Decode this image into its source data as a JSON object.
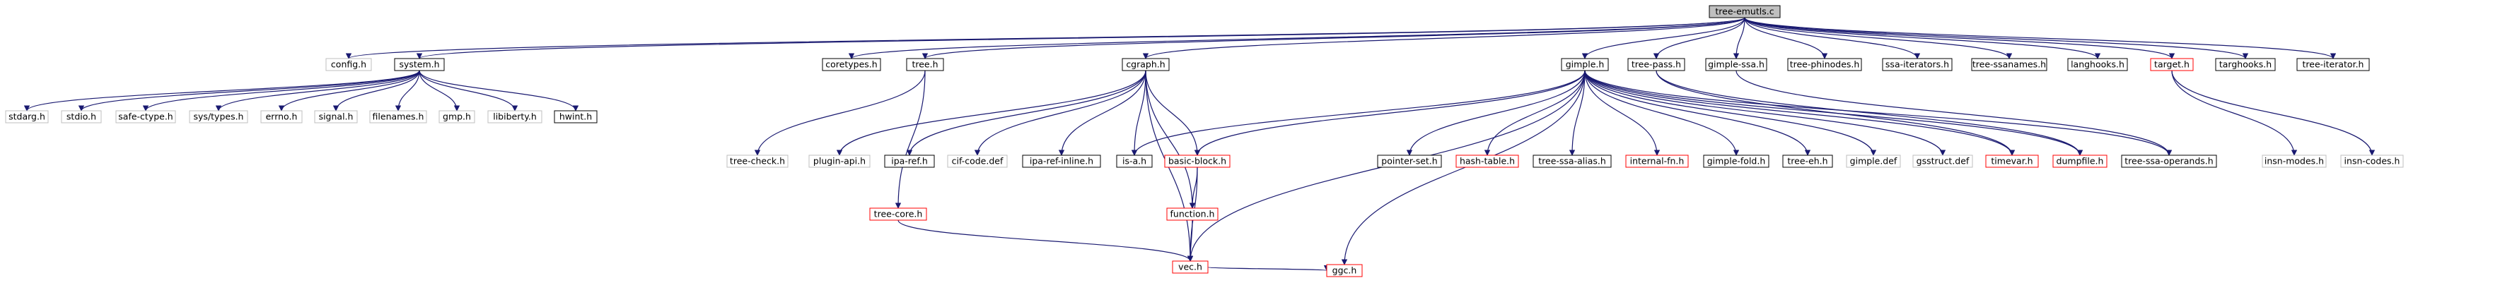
{
  "diagram": {
    "nodes": [
      {
        "id": "tree-emutls-c",
        "label": "tree-emutls.c",
        "style": "root"
      },
      {
        "id": "config-h",
        "label": "config.h",
        "style": "gray"
      },
      {
        "id": "system-h",
        "label": "system.h",
        "style": "black"
      },
      {
        "id": "coretypes-h",
        "label": "coretypes.h",
        "style": "black"
      },
      {
        "id": "tree-h",
        "label": "tree.h",
        "style": "black"
      },
      {
        "id": "cgraph-h",
        "label": "cgraph.h",
        "style": "black"
      },
      {
        "id": "gimple-h",
        "label": "gimple.h",
        "style": "black"
      },
      {
        "id": "tree-pass-h",
        "label": "tree-pass.h",
        "style": "black"
      },
      {
        "id": "gimple-ssa-h",
        "label": "gimple-ssa.h",
        "style": "black"
      },
      {
        "id": "tree-phinodes-h",
        "label": "tree-phinodes.h",
        "style": "black"
      },
      {
        "id": "ssa-iterators-h",
        "label": "ssa-iterators.h",
        "style": "black"
      },
      {
        "id": "tree-ssanames-h",
        "label": "tree-ssanames.h",
        "style": "black"
      },
      {
        "id": "langhooks-h",
        "label": "langhooks.h",
        "style": "black"
      },
      {
        "id": "target-h",
        "label": "target.h",
        "style": "red"
      },
      {
        "id": "targhooks-h",
        "label": "targhooks.h",
        "style": "black"
      },
      {
        "id": "tree-iterator-h",
        "label": "tree-iterator.h",
        "style": "black"
      },
      {
        "id": "stdarg-h",
        "label": "stdarg.h",
        "style": "gray"
      },
      {
        "id": "stdio-h",
        "label": "stdio.h",
        "style": "gray"
      },
      {
        "id": "safe-ctype-h",
        "label": "safe-ctype.h",
        "style": "gray"
      },
      {
        "id": "sys-types-h",
        "label": "sys/types.h",
        "style": "gray"
      },
      {
        "id": "errno-h",
        "label": "errno.h",
        "style": "gray"
      },
      {
        "id": "signal-h",
        "label": "signal.h",
        "style": "gray"
      },
      {
        "id": "filenames-h",
        "label": "filenames.h",
        "style": "gray"
      },
      {
        "id": "gmp-h",
        "label": "gmp.h",
        "style": "gray"
      },
      {
        "id": "libiberty-h",
        "label": "libiberty.h",
        "style": "gray"
      },
      {
        "id": "hwint-h",
        "label": "hwint.h",
        "style": "black"
      },
      {
        "id": "tree-check-h",
        "label": "tree-check.h",
        "style": "gray"
      },
      {
        "id": "plugin-api-h",
        "label": "plugin-api.h",
        "style": "gray"
      },
      {
        "id": "ipa-ref-h",
        "label": "ipa-ref.h",
        "style": "black"
      },
      {
        "id": "cif-code-def",
        "label": "cif-code.def",
        "style": "gray"
      },
      {
        "id": "ipa-ref-inline-h",
        "label": "ipa-ref-inline.h",
        "style": "black"
      },
      {
        "id": "is-a-h",
        "label": "is-a.h",
        "style": "black"
      },
      {
        "id": "basic-block-h",
        "label": "basic-block.h",
        "style": "red"
      },
      {
        "id": "pointer-set-h",
        "label": "pointer-set.h",
        "style": "black"
      },
      {
        "id": "hash-table-h",
        "label": "hash-table.h",
        "style": "red"
      },
      {
        "id": "tree-ssa-alias-h",
        "label": "tree-ssa-alias.h",
        "style": "black"
      },
      {
        "id": "internal-fn-h",
        "label": "internal-fn.h",
        "style": "red"
      },
      {
        "id": "gimple-fold-h",
        "label": "gimple-fold.h",
        "style": "black"
      },
      {
        "id": "tree-eh-h",
        "label": "tree-eh.h",
        "style": "black"
      },
      {
        "id": "gimple-def",
        "label": "gimple.def",
        "style": "gray"
      },
      {
        "id": "gsstruct-def",
        "label": "gsstruct.def",
        "style": "gray"
      },
      {
        "id": "timevar-h",
        "label": "timevar.h",
        "style": "red"
      },
      {
        "id": "dumpfile-h",
        "label": "dumpfile.h",
        "style": "red"
      },
      {
        "id": "tree-ssa-operands-h",
        "label": "tree-ssa-operands.h",
        "style": "black"
      },
      {
        "id": "insn-modes-h",
        "label": "insn-modes.h",
        "style": "gray"
      },
      {
        "id": "insn-codes-h",
        "label": "insn-codes.h",
        "style": "gray"
      },
      {
        "id": "tree-core-h",
        "label": "tree-core.h",
        "style": "red"
      },
      {
        "id": "function-h",
        "label": "function.h",
        "style": "red"
      },
      {
        "id": "vec-h",
        "label": "vec.h",
        "style": "red"
      },
      {
        "id": "ggc-h",
        "label": "ggc.h",
        "style": "red"
      }
    ],
    "edges": [
      [
        "tree-emutls-c",
        "config-h"
      ],
      [
        "tree-emutls-c",
        "system-h"
      ],
      [
        "tree-emutls-c",
        "coretypes-h"
      ],
      [
        "tree-emutls-c",
        "tree-h"
      ],
      [
        "tree-emutls-c",
        "cgraph-h"
      ],
      [
        "tree-emutls-c",
        "gimple-h"
      ],
      [
        "tree-emutls-c",
        "tree-pass-h"
      ],
      [
        "tree-emutls-c",
        "gimple-ssa-h"
      ],
      [
        "tree-emutls-c",
        "tree-phinodes-h"
      ],
      [
        "tree-emutls-c",
        "ssa-iterators-h"
      ],
      [
        "tree-emutls-c",
        "tree-ssanames-h"
      ],
      [
        "tree-emutls-c",
        "langhooks-h"
      ],
      [
        "tree-emutls-c",
        "target-h"
      ],
      [
        "tree-emutls-c",
        "targhooks-h"
      ],
      [
        "tree-emutls-c",
        "tree-iterator-h"
      ],
      [
        "system-h",
        "stdarg-h"
      ],
      [
        "system-h",
        "stdio-h"
      ],
      [
        "system-h",
        "safe-ctype-h"
      ],
      [
        "system-h",
        "sys-types-h"
      ],
      [
        "system-h",
        "errno-h"
      ],
      [
        "system-h",
        "signal-h"
      ],
      [
        "system-h",
        "filenames-h"
      ],
      [
        "system-h",
        "gmp-h"
      ],
      [
        "system-h",
        "libiberty-h"
      ],
      [
        "system-h",
        "hwint-h"
      ],
      [
        "tree-h",
        "tree-core-h"
      ],
      [
        "tree-h",
        "tree-check-h"
      ],
      [
        "cgraph-h",
        "plugin-api-h"
      ],
      [
        "cgraph-h",
        "ipa-ref-h"
      ],
      [
        "cgraph-h",
        "cif-code-def"
      ],
      [
        "cgraph-h",
        "ipa-ref-inline-h"
      ],
      [
        "cgraph-h",
        "is-a-h"
      ],
      [
        "cgraph-h",
        "basic-block-h"
      ],
      [
        "cgraph-h",
        "function-h"
      ],
      [
        "cgraph-h",
        "vec-h"
      ],
      [
        "gimple-h",
        "pointer-set-h"
      ],
      [
        "gimple-h",
        "hash-table-h"
      ],
      [
        "gimple-h",
        "tree-ssa-alias-h"
      ],
      [
        "gimple-h",
        "internal-fn-h"
      ],
      [
        "gimple-h",
        "gimple-fold-h"
      ],
      [
        "gimple-h",
        "tree-eh-h"
      ],
      [
        "gimple-h",
        "gimple-def"
      ],
      [
        "gimple-h",
        "gsstruct-def"
      ],
      [
        "gimple-h",
        "timevar-h"
      ],
      [
        "gimple-h",
        "dumpfile-h"
      ],
      [
        "gimple-h",
        "tree-ssa-operands-h"
      ],
      [
        "gimple-h",
        "basic-block-h"
      ],
      [
        "gimple-h",
        "is-a-h"
      ],
      [
        "gimple-h",
        "vec-h"
      ],
      [
        "gimple-h",
        "ggc-h"
      ],
      [
        "target-h",
        "insn-modes-h"
      ],
      [
        "target-h",
        "insn-codes-h"
      ],
      [
        "basic-block-h",
        "function-h"
      ],
      [
        "basic-block-h",
        "vec-h"
      ],
      [
        "function-h",
        "vec-h"
      ],
      [
        "tree-core-h",
        "vec-h"
      ],
      [
        "vec-h",
        "ggc-h"
      ],
      [
        "tree-pass-h",
        "timevar-h"
      ],
      [
        "tree-pass-h",
        "dumpfile-h"
      ],
      [
        "gimple-ssa-h",
        "tree-ssa-operands-h"
      ]
    ],
    "colors": {
      "edge": "#191970",
      "root_fill": "#bfbfbf",
      "black_border": "#000000",
      "red_border": "#ff0000",
      "gray_border": "#bfbfbf",
      "text": "#000000"
    }
  }
}
